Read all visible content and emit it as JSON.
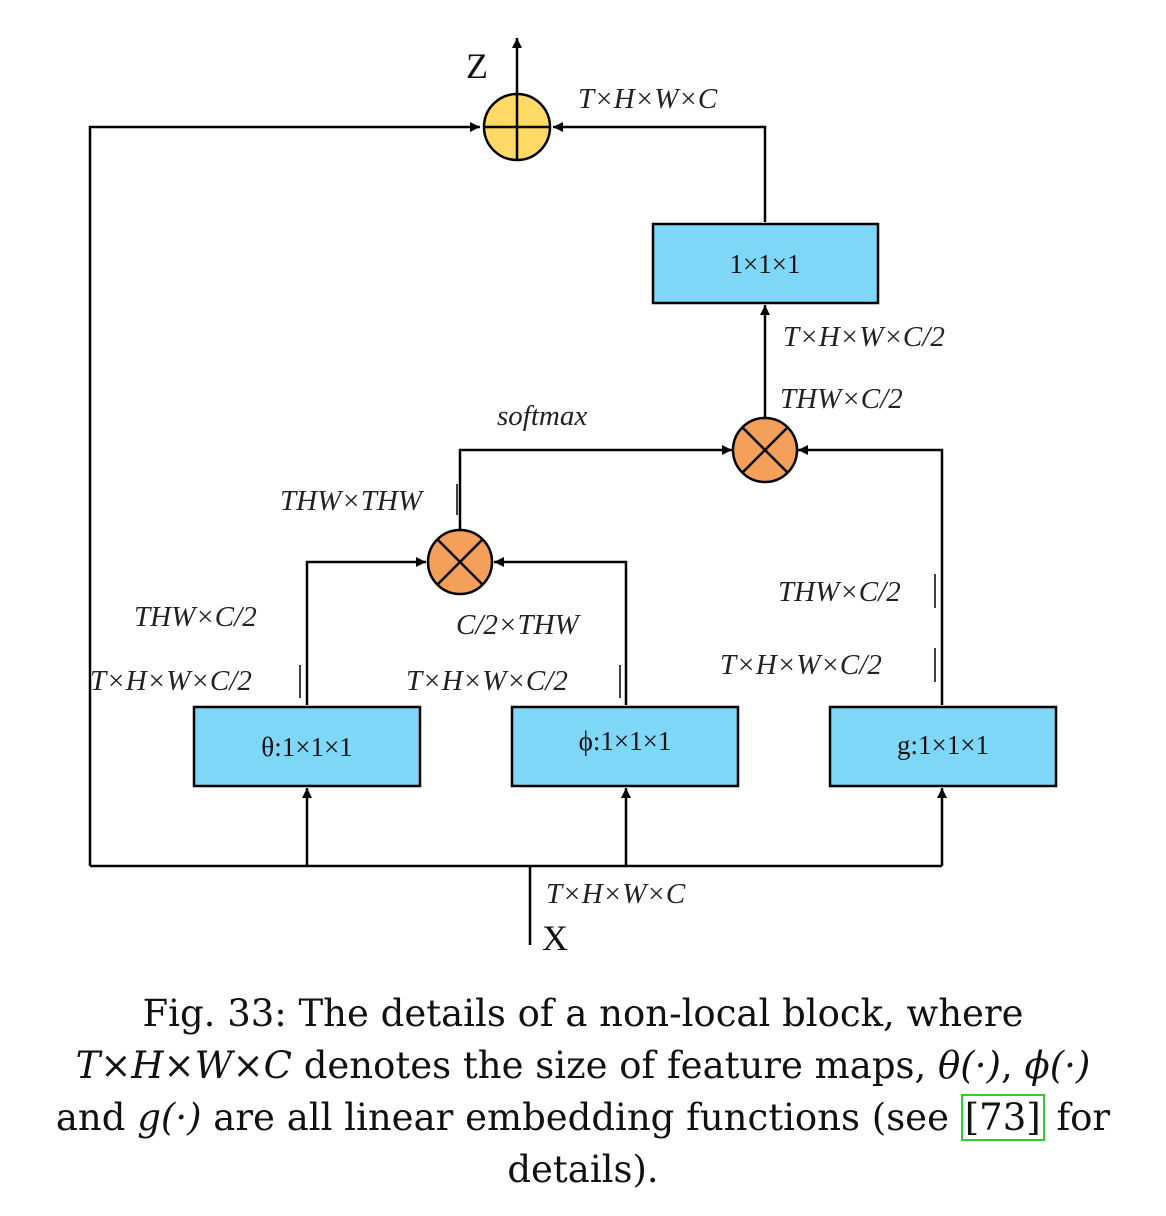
{
  "nodes": {
    "z": "Z",
    "x": "X",
    "proj": "1×1×1",
    "theta": "θ:1×1×1",
    "phi": "ϕ:1×1×1",
    "g": "g:1×1×1"
  },
  "labels": {
    "top_right": "T×H×W×C",
    "proj_in_a": "T×H×W×C/2",
    "proj_in_b": "THW×C/2",
    "softmax": "softmax",
    "thw_thw": "THW×THW",
    "theta_a": "THW×C/2",
    "theta_b": "T×H×W×C/2",
    "phi_a": "C/2×THW",
    "phi_b": "T×H×W×C/2",
    "g_a": "THW×C/2",
    "g_b": "T×H×W×C/2",
    "input": "T×H×W×C"
  },
  "colors": {
    "box_fill": "#7fd7f7",
    "sum_fill": "#ffd966",
    "mul_fill": "#f4a05b",
    "stroke": "#000000"
  },
  "caption": {
    "prefix": "Fig. 33: The details of a non-local block, where",
    "math1": "T×H×W×C",
    "mid1": " denotes the size of feature maps, ",
    "theta": "θ(·)",
    "sep": ", ",
    "phi": "ϕ(·)",
    "and_word": "and ",
    "g": "g(·)",
    "mid2": " are all linear embedding functions (see ",
    "ref": "[73]",
    "suffix": " for details)."
  }
}
